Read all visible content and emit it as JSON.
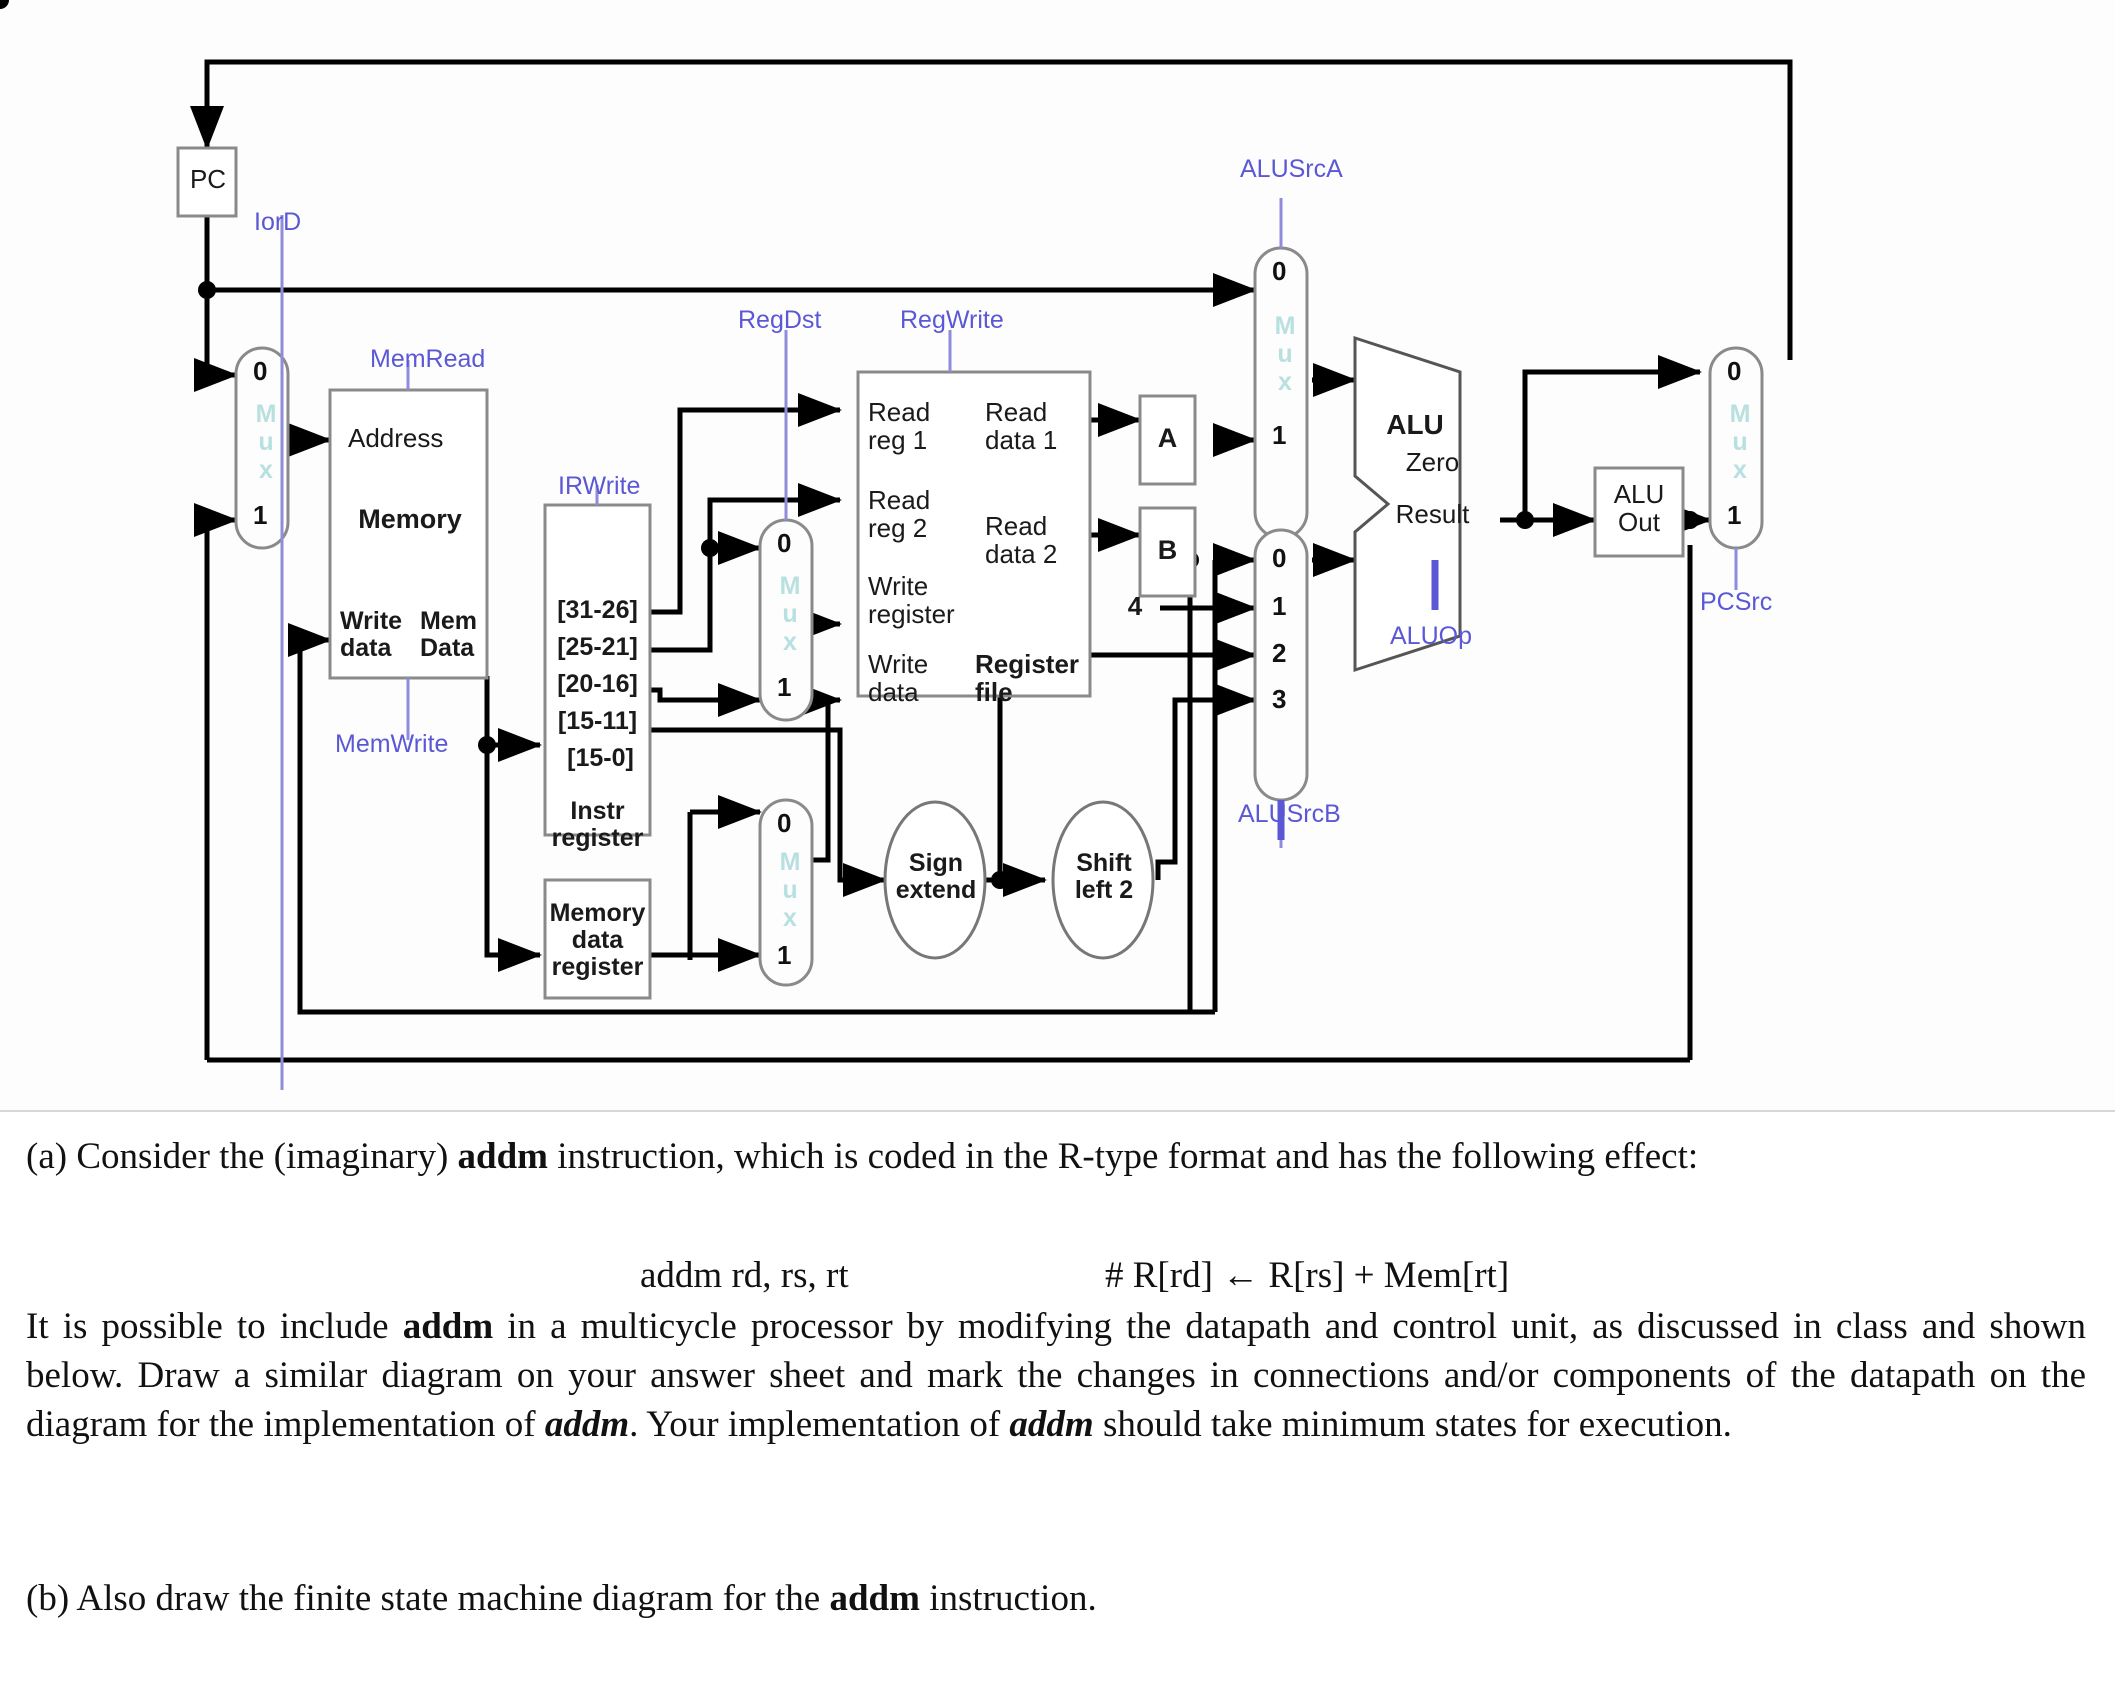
{
  "diagram": {
    "title": "MIPS multicycle datapath",
    "control_signals": [
      {
        "name": "IorD",
        "label": "IorD"
      },
      {
        "name": "MemRead",
        "label": "MemRead"
      },
      {
        "name": "MemWrite",
        "label": "MemWrite"
      },
      {
        "name": "IRWrite",
        "label": "IRWrite"
      },
      {
        "name": "RegDst",
        "label": "RegDst"
      },
      {
        "name": "RegWrite",
        "label": "RegWrite"
      },
      {
        "name": "ALUSrcA",
        "label": "ALUSrcA"
      },
      {
        "name": "ALUSrcB",
        "label": "ALUSrcB"
      },
      {
        "name": "ALUOp",
        "label": "ALUOp"
      },
      {
        "name": "PCSrc",
        "label": "PCSrc"
      }
    ],
    "blocks": {
      "pc": "PC",
      "memory_title": "Memory",
      "memory_address": "Address",
      "memory_write_data": "Write\ndata",
      "memory_mem_data": "Mem\nData",
      "instr_register": "Instr\nregister",
      "memory_data_register": "Memory\ndata\nregister",
      "register_file": "Register\nfile",
      "read_reg_1": "Read\nreg 1",
      "read_reg_2": "Read\nreg 2",
      "write_register": "Write\nregister",
      "write_data": "Write\ndata",
      "read_data_1": "Read\ndata 1",
      "read_data_2": "Read\ndata 2",
      "reg_a": "A",
      "reg_b": "B",
      "alu": "ALU",
      "alu_zero": "Zero",
      "alu_result": "Result",
      "alu_out": "ALU\nOut",
      "sign_extend": "Sign\nextend",
      "shift_left_2": "Shift\nleft 2",
      "constant_four": "4"
    },
    "instruction_fields": [
      "[31-26]",
      "[25-21]",
      "[20-16]",
      "[15-11]",
      "[15-0]"
    ],
    "mux_word": "Mux",
    "mux_labels": {
      "iord": [
        "0",
        "1"
      ],
      "regdst": [
        "0",
        "1"
      ],
      "memtoreg": [
        "0",
        "1"
      ],
      "alusrca": [
        "0",
        "1"
      ],
      "alusrcb": [
        "0",
        "1",
        "2",
        "3"
      ],
      "pcsrc": [
        "0",
        "1"
      ]
    },
    "colors": {
      "control_signal": "#5b58d6",
      "mux_word": "#b9e0e0",
      "wire": "#000000",
      "block_border": "#8a8a8a"
    }
  },
  "text": {
    "part_a_prefix": "(a) Consider the (imaginary) ",
    "part_a_bold1": "addm",
    "part_a_mid": " instruction, which is coded in the R-type format and has the following effect:",
    "instruction_asm": "addm rd, rs, rt",
    "instruction_comment": "# R[rd] ← R[rs] + Mem[rt]",
    "part_b_1": "It is possible to include ",
    "part_b_bold1": "addm",
    "part_b_2": " in a multicycle processor by modifying the datapath and control unit, as discussed in class and shown below.  Draw a similar diagram on your answer sheet and mark the changes in connections and/or components of the datapath on the diagram for the implementation of ",
    "part_b_italic1": "addm",
    "part_b_3": ". Your implementation of ",
    "part_b_italic2": "addm",
    "part_b_4": " should take minimum states for execution.",
    "part_c_1": "(b) Also draw the finite state machine diagram for the ",
    "part_c_bold1": "addm",
    "part_c_2": " instruction."
  }
}
